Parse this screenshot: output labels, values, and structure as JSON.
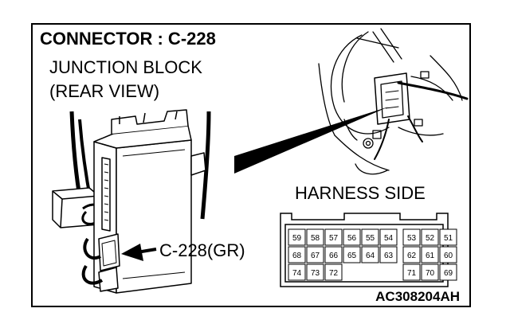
{
  "title": "CONNECTOR : C-228",
  "junction_block_label": [
    "JUNCTION BLOCK",
    "(REAR VIEW)"
  ],
  "connector_callout": "C-228(GR)",
  "harness_side_label": "HARNESS SIDE",
  "figure_code": "AC308204AH",
  "pin_rows": [
    [
      "59",
      "58",
      "57",
      "56",
      "55",
      "54",
      "53",
      "52",
      "51"
    ],
    [
      "68",
      "67",
      "66",
      "65",
      "64",
      "63",
      "62",
      "61",
      "60"
    ],
    [
      "74",
      "73",
      "72",
      "",
      "",
      "",
      "71",
      "70",
      "69"
    ]
  ],
  "colors": {
    "ink": "#000000",
    "paper": "#ffffff",
    "cavity_fill": "#dddddd"
  }
}
